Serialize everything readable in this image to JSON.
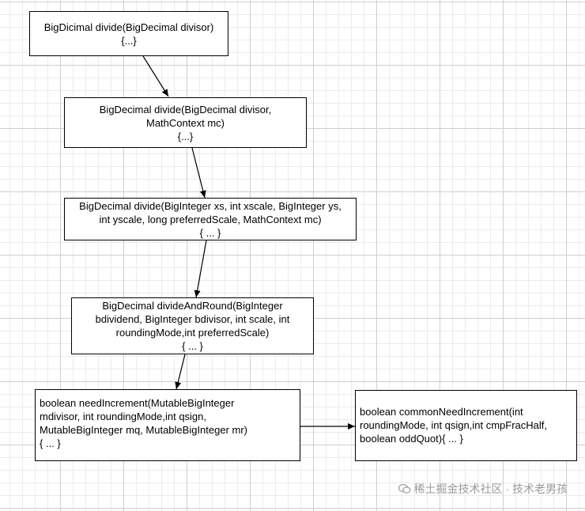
{
  "nodes": [
    {
      "id": "n1",
      "lines": [
        "BigDicimal divide(BigDecimal divisor)",
        "{...}"
      ]
    },
    {
      "id": "n2",
      "lines": [
        "BigDecimal divide(BigDecimal divisor,",
        "MathContext mc)",
        "{...}"
      ]
    },
    {
      "id": "n3",
      "lines": [
        "BigDecimal divide(BigInteger xs, int xscale, BigInteger ys,",
        "int yscale, long preferredScale, MathContext mc)",
        "{ ... }"
      ]
    },
    {
      "id": "n4",
      "lines": [
        "BigDecimal divideAndRound(BigInteger",
        "bdividend, BigInteger bdivisor, int scale, int",
        "roundingMode,int preferredScale)",
        "{ ... }"
      ]
    },
    {
      "id": "n5",
      "lines": [
        "boolean needIncrement(MutableBigInteger",
        "mdivisor, int roundingMode,int qsign,",
        "MutableBigInteger mq, MutableBigInteger mr)",
        "{ ... }"
      ]
    },
    {
      "id": "n6",
      "lines": [
        "boolean commonNeedIncrement(int",
        "roundingMode, int qsign,int cmpFracHalf,",
        "boolean oddQuot){ ... }"
      ]
    }
  ],
  "edges": [
    {
      "from": "n1",
      "to": "n2"
    },
    {
      "from": "n2",
      "to": "n3"
    },
    {
      "from": "n3",
      "to": "n4"
    },
    {
      "from": "n4",
      "to": "n5"
    },
    {
      "from": "n5",
      "to": "n6"
    }
  ],
  "watermark": "稀土掘金技术社区 · 技术老男孩"
}
